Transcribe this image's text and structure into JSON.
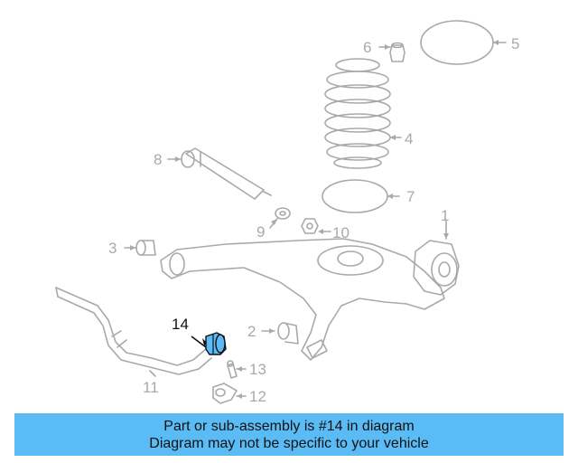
{
  "diagram": {
    "callouts": {
      "c1": "1",
      "c2": "2",
      "c3": "3",
      "c4": "4",
      "c5": "5",
      "c6": "6",
      "c7": "7",
      "c8": "8",
      "c9": "9",
      "c10": "10",
      "c11": "11",
      "c12": "12",
      "c13": "13",
      "c14": "14"
    },
    "highlight_color": "#5bbcf5",
    "line_color": "#a9a9a9"
  },
  "banner": {
    "line1": "Part or sub-assembly is #14 in diagram",
    "line2": "Diagram may not be specific to your vehicle",
    "color": "#5bbcf5"
  }
}
